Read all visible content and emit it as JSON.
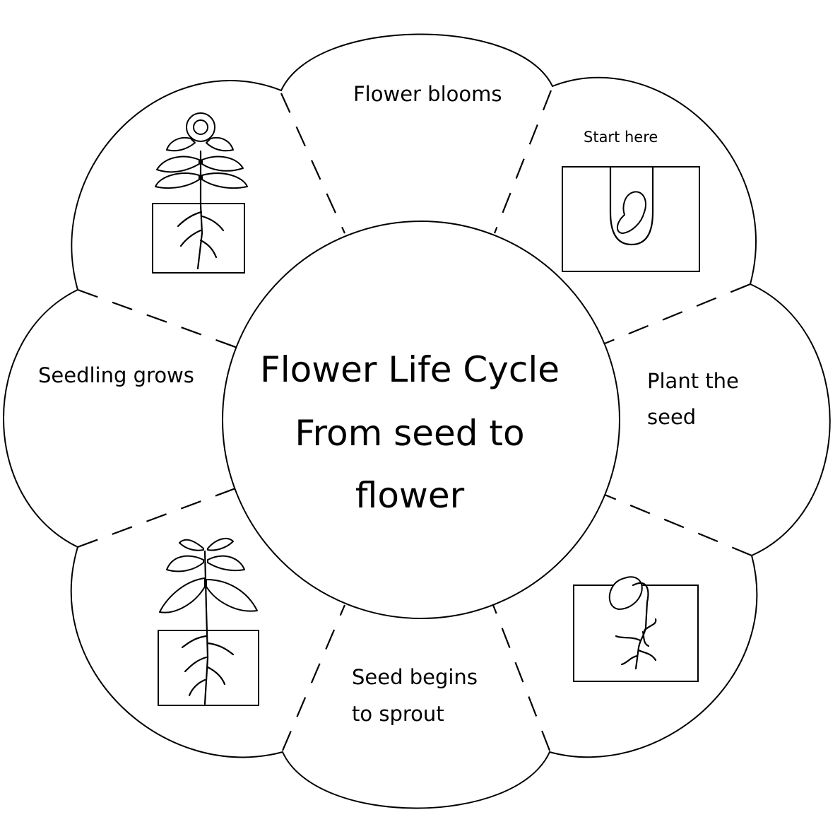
{
  "diagram": {
    "title_lines": [
      "Flower Life Cycle",
      "From seed to",
      "flower"
    ],
    "stages": {
      "top": "Flower blooms",
      "start_note": "Start here",
      "right": [
        "Plant the",
        "seed"
      ],
      "bottom": [
        "Seed begins",
        "to sprout"
      ],
      "left": "Seedling grows"
    },
    "icons": [
      "seed-in-soil-icon",
      "sprouting-seed-icon",
      "seedling-icon",
      "flowering-plant-icon"
    ]
  }
}
